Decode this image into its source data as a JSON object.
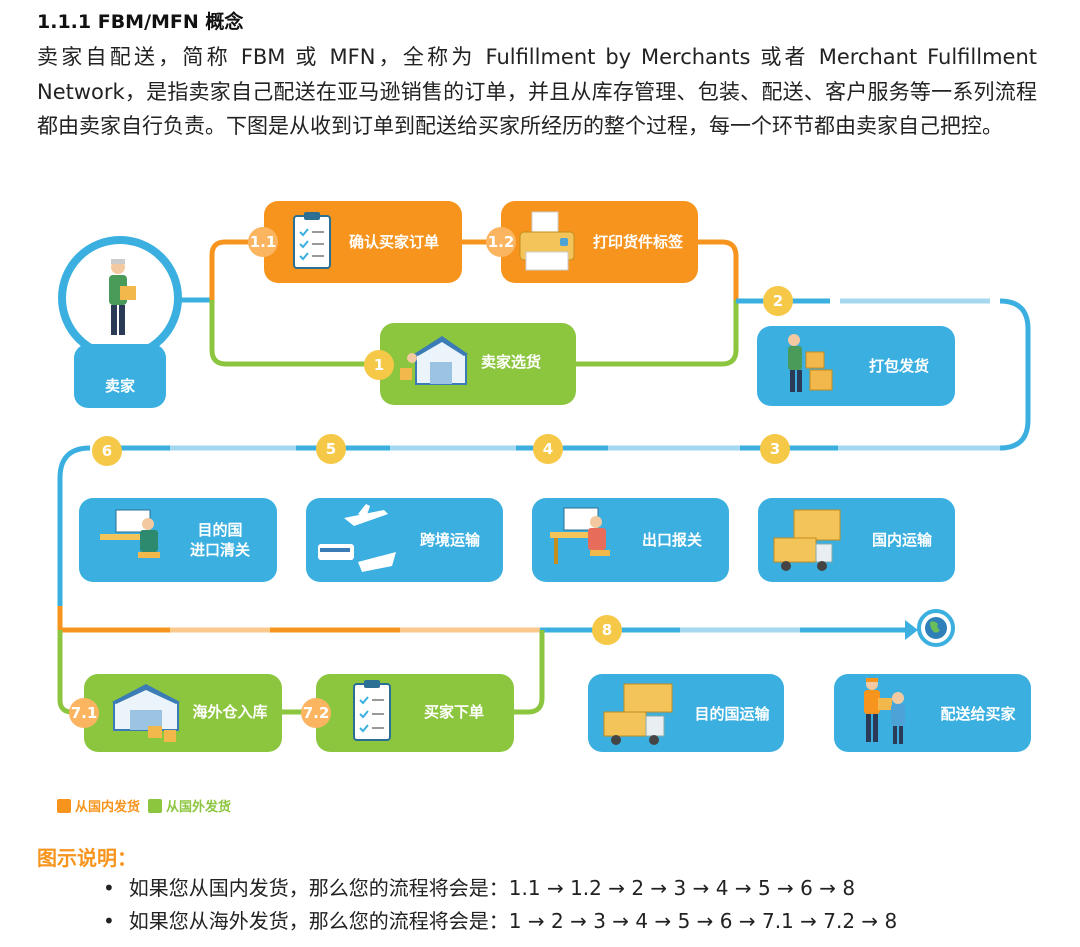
{
  "heading": "1.1.1 FBM/MFN 概念",
  "paragraph": "卖家自配送，简称 FBM 或 MFN，全称为 Fulfillment by Merchants 或者 Merchant Fulfillment Network，是指卖家自己配送在亚马逊销售的订单，并且从库存管理、包装、配送、客户服务等一系列流程都由卖家自行负责。下图是从收到订单到配送给买家所经历的整个过程，每一个环节都由卖家自己把控。",
  "diagram": {
    "seller_label": "卖家",
    "steps": {
      "s1_1": {
        "badge": "1.1",
        "label": "确认买家订单"
      },
      "s1_2": {
        "badge": "1.2",
        "label": "打印货件标签"
      },
      "s1": {
        "badge": "1",
        "label": "卖家选货"
      },
      "s2": {
        "badge": "2",
        "label": "打包发货"
      },
      "s3": {
        "badge": "3",
        "label": "国内运输"
      },
      "s4": {
        "badge": "4",
        "label": "出口报关"
      },
      "s5": {
        "badge": "5",
        "label": "跨境运输"
      },
      "s6": {
        "badge": "6",
        "label_line1": "目的国",
        "label_line2": "进口清关"
      },
      "s7_1": {
        "badge": "7.1",
        "label": "海外仓入库"
      },
      "s7_2": {
        "badge": "7.2",
        "label": "买家下单"
      },
      "s8": {
        "badge": "8",
        "label": "目的国运输"
      },
      "final": {
        "label": "配送给买家"
      }
    },
    "colors": {
      "domestic": "#f7941d",
      "overseas": "#8cc63f",
      "main": "#3aafe0"
    }
  },
  "legend": {
    "domestic": "从国内发货",
    "overseas": "从国外发货"
  },
  "caption": "图示说明：",
  "bullets": [
    "如果您从国内发货，那么您的流程将会是：1.1 → 1.2 → 2 → 3 → 4 → 5 → 6 → 8",
    "如果您从海外发货，那么您的流程将会是：1 → 2 → 3 → 4 → 5 → 6 → 7.1 → 7.2 → 8"
  ]
}
